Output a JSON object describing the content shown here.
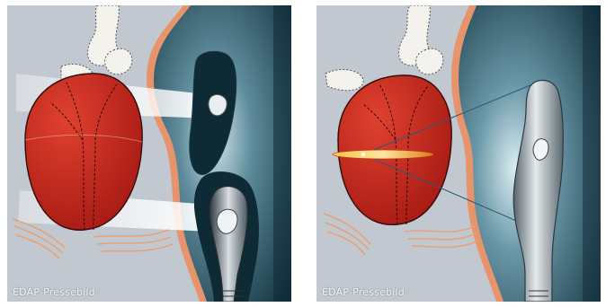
{
  "panels": [
    {
      "credit": "EDAP-Pressebild"
    },
    {
      "credit": "EDAP-Pressebild"
    }
  ],
  "colors": {
    "background": "#c3c9d2",
    "prostate": "#c5281c",
    "tissue_outline": "#e7946c",
    "organ": "#3f6f82",
    "organ_dark": "#14303a",
    "probe": "#b8c0c6",
    "beam": "#ffffff",
    "focal_heat": "#f0a020"
  },
  "icons": [
    "prostate-gland",
    "ultrasound-probe",
    "ultrasound-beam",
    "focal-lesion",
    "nerve-bundle"
  ]
}
